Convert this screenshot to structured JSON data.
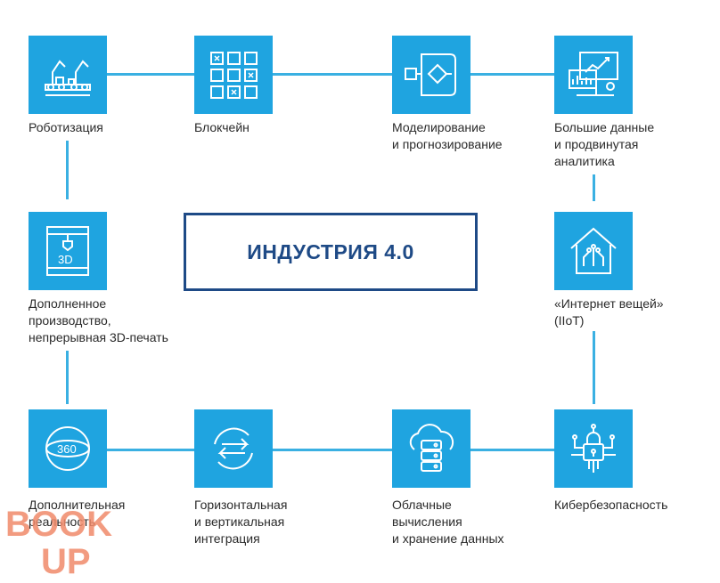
{
  "center_title": "ИНДУСТРИЯ 4.0",
  "colors": {
    "accent": "#1fa4e0",
    "center": "#1e4a86",
    "logo": "#f08a6a"
  },
  "nodes": [
    {
      "icon": "robot-arm-icon",
      "lines": [
        "Роботизация"
      ]
    },
    {
      "icon": "blockchain-grid-icon",
      "lines": [
        "Блокчейн"
      ]
    },
    {
      "icon": "flowchart-icon",
      "lines": [
        "Моделирование",
        "и прогнозирование"
      ]
    },
    {
      "icon": "analytics-monitor-icon",
      "lines": [
        "Большие данные",
        "и продвинутая",
        "аналитика"
      ]
    },
    {
      "icon": "3d-printer-icon",
      "lines": [
        "Дополненное",
        "производство,",
        "непрерывная 3D-печать"
      ]
    },
    {
      "icon": "smart-house-icon",
      "lines": [
        "«Интернет вещей»",
        "(IIoT)"
      ]
    },
    {
      "icon": "vr-360-icon",
      "lines": [
        "Дополнительная",
        "реальность"
      ]
    },
    {
      "icon": "integration-arrows-icon",
      "lines": [
        "Горизонтальная",
        "и вертикальная",
        "интеграция"
      ]
    },
    {
      "icon": "cloud-database-icon",
      "lines": [
        "Облачные",
        "вычисления",
        "и хранение данных"
      ]
    },
    {
      "icon": "cyber-lock-icon",
      "lines": [
        "Кибербезопасность"
      ]
    }
  ],
  "icon_texts": {
    "printer": "3D",
    "vr": "360"
  },
  "watermark": {
    "line1": "BOOK",
    "line2": "UP"
  }
}
